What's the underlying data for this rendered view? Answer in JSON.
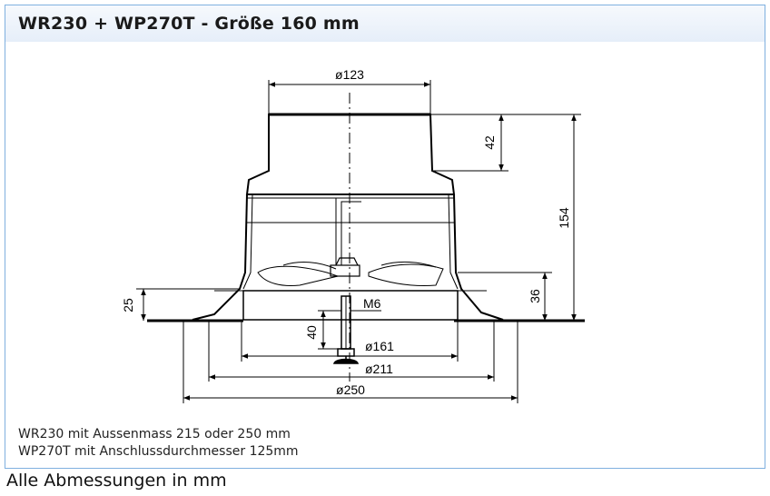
{
  "title": "WR230 + WP270T - Größe 160 mm",
  "dimensions": {
    "d_top": "ø123",
    "h_neck": "42",
    "h_total": "154",
    "h_flange_left": "25",
    "h_flange_right": "36",
    "thread": "M6",
    "h_rod": "40",
    "d_161": "ø161",
    "d_211": "ø211",
    "d_250": "ø250"
  },
  "notes": [
    "WR230 mit Aussenmass 215 oder 250 mm",
    "WP270T mit Anschlussdurchmesser 125mm"
  ],
  "footer": "Alle Abmessungen in mm"
}
